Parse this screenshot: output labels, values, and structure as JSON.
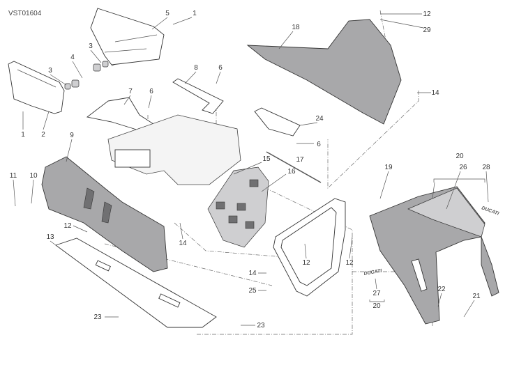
{
  "diagram_code": "VST01604",
  "callouts": [
    "5",
    "1",
    "12",
    "29",
    "18",
    "3",
    "4",
    "3",
    "8",
    "6",
    "7",
    "6",
    "14",
    "1",
    "2",
    "9",
    "24",
    "6",
    "15",
    "17",
    "16",
    "20",
    "26",
    "28",
    "19",
    "11",
    "10",
    "12",
    "13",
    "14",
    "12",
    "12",
    "14",
    "25",
    "27",
    "20",
    "22",
    "21",
    "23",
    "23"
  ],
  "decals": {
    "ducati_side": "DUCATI",
    "ducati_front": "DUCATI"
  }
}
